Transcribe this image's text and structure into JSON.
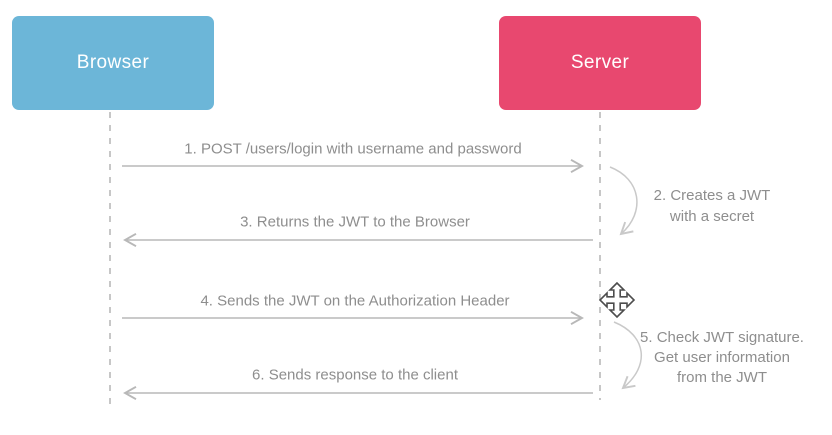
{
  "diagram": {
    "title_semantic": "JWT authentication sequence diagram",
    "actors": [
      {
        "label": "Browser",
        "color": "#6cb6d8"
      },
      {
        "label": "Server",
        "color": "#e8486f"
      }
    ],
    "messages": [
      {
        "num": "1",
        "label": "1. POST /users/login with username and password",
        "direction": "browser-to-server"
      },
      {
        "num": "2",
        "lines": [
          "2. Creates a JWT",
          "with a secret"
        ],
        "direction": "server-self"
      },
      {
        "num": "3",
        "label": "3. Returns the JWT to the Browser",
        "direction": "server-to-browser"
      },
      {
        "num": "4",
        "label": "4. Sends the JWT on the Authorization Header",
        "direction": "browser-to-server"
      },
      {
        "num": "5",
        "lines": [
          "5. Check JWT signature.",
          "Get user information",
          "from the JWT"
        ],
        "direction": "server-self"
      },
      {
        "num": "6",
        "label": "6. Sends response to the client",
        "direction": "server-to-browser"
      }
    ],
    "colors": {
      "arrow": "#b8b8b8",
      "self_arrow": "#c9c9c9",
      "lifeline": "#c7c7c7",
      "label_text": "#8e8e8e",
      "cursor_outline": "#4d4d4d"
    },
    "icons": {
      "move_cursor": "move-cursor-icon"
    }
  }
}
